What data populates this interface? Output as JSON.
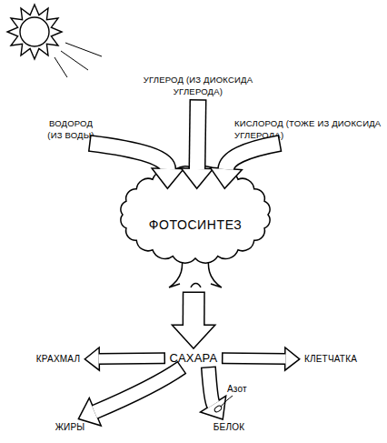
{
  "diagram": {
    "nodes": [
      {
        "text": [
          "УГЛЕРОД (ИЗ ДИОКСИДА УГЛЕРОДА)"
        ]
      },
      {
        "text": [
          "ВОДОРОД (ИЗ ВОДЫ)"
        ]
      },
      {
        "text": [
          "КИСЛОРОД (ТОЖЕ ИЗ ДИОКСИДА УГЛЕРОДА)"
        ]
      },
      {
        "text": [
          "ФОТОСИНТЕЗ"
        ]
      },
      {
        "text": [
          "САХАРА"
        ]
      },
      {
        "text": [
          "КРАХМАЛ"
        ]
      },
      {
        "text": [
          "КЛЕТЧАТКА"
        ]
      },
      {
        "text": [
          "ЖИРЫ"
        ]
      },
      {
        "text": [
          "БЕЛОК"
        ]
      }
    ],
    "edges": [
      {
        "from": 1,
        "to": 3,
        "arrow": "to"
      },
      {
        "from": 0,
        "to": 3,
        "arrow": "to"
      },
      {
        "from": 2,
        "to": 3,
        "arrow": "to"
      },
      {
        "from": 3,
        "to": 4,
        "arrow": "to"
      },
      {
        "from": 4,
        "to": 5,
        "arrow": "to"
      },
      {
        "from": 4,
        "to": 6,
        "arrow": "to"
      },
      {
        "from": 4,
        "to": 7,
        "arrow": "to"
      },
      {
        "from": 4,
        "to": 8,
        "arrow": "to"
      }
    ],
    "labels": [
      "Азот"
    ]
  }
}
